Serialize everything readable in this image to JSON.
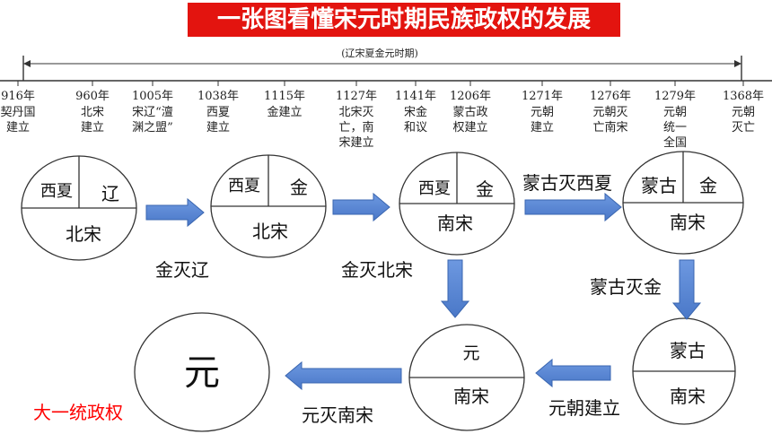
{
  "title": "一张图看懂宋元时期民族政权的发展",
  "period_label": "(辽宋夏金元时期)",
  "timeline": [
    {
      "year": "916年",
      "lines": [
        "契丹国",
        "建立"
      ]
    },
    {
      "year": "960年",
      "lines": [
        "北宋",
        "建立"
      ]
    },
    {
      "year": "1005年",
      "lines": [
        "宋辽“澶",
        "渊之盟”"
      ]
    },
    {
      "year": "1038年",
      "lines": [
        "西夏",
        "建立"
      ]
    },
    {
      "year": "1115年",
      "lines": [
        "金建立"
      ]
    },
    {
      "year": "1127年",
      "lines": [
        "北宋灭",
        "亡，南",
        "宋建立"
      ]
    },
    {
      "year": "1141年",
      "lines": [
        "宋金",
        "和议"
      ]
    },
    {
      "year": "1206年",
      "lines": [
        "蒙古政",
        "权建立"
      ]
    },
    {
      "year": "1271年",
      "lines": [
        "元朝",
        "建立"
      ]
    },
    {
      "year": "1276年",
      "lines": [
        "元朝灭",
        "亡南宋"
      ]
    },
    {
      "year": "1279年",
      "lines": [
        "元朝",
        "统一",
        "全国"
      ]
    },
    {
      "year": "1368年",
      "lines": [
        "元朝",
        "灭亡"
      ]
    }
  ],
  "circles": [
    {
      "regions": [
        "西夏",
        "辽",
        "北宋"
      ]
    },
    {
      "regions": [
        "西夏",
        "金",
        "北宋"
      ]
    },
    {
      "regions": [
        "西夏",
        "金",
        "南宋"
      ]
    },
    {
      "regions": [
        "蒙古",
        "金",
        "南宋"
      ]
    },
    {
      "regions": [
        "蒙古",
        "南宋"
      ]
    },
    {
      "regions": [
        "元",
        "南宋"
      ]
    },
    {
      "regions": [
        "元"
      ]
    }
  ],
  "arrow_labels": [
    "金灭辽",
    "金灭北宋",
    "蒙古灭西夏",
    "蒙古灭金",
    "元朝建立",
    "元灭南宋"
  ],
  "footer_label": "大一统政权",
  "colors": {
    "title_bg": "#e3140f",
    "arrow": "#4f81d2",
    "arrow_stroke": "#3a66b0",
    "accent_text": "#ff0000"
  }
}
